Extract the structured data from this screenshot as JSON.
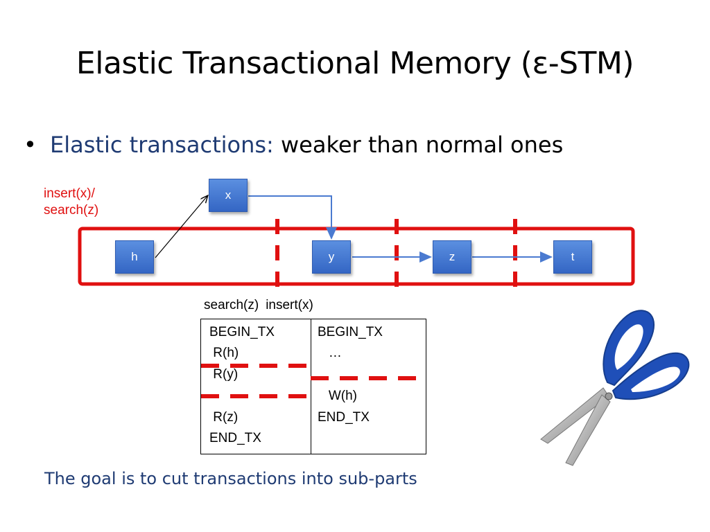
{
  "slide": {
    "title": "Elastic Transactional Memory (ε-STM)",
    "bullet": {
      "head": "Elastic transactions:",
      "rest": " weaker than normal ones"
    },
    "operation_label": [
      "insert(x)/",
      "search(z)"
    ],
    "goal": "The goal is to cut transactions into sub-parts"
  },
  "list_nodes": [
    "h",
    "y",
    "z",
    "t"
  ],
  "inserted_node": "x",
  "transactions": {
    "headers": [
      "search(z)",
      "insert(x)"
    ],
    "search_lines": [
      "BEGIN_TX",
      " R(h)",
      " R(y)",
      " R(z)",
      "END_TX"
    ],
    "insert_lines": [
      "BEGIN_TX",
      "   …",
      "   W(h)",
      "END_TX"
    ]
  },
  "colors": {
    "title": "#000000",
    "accent_blue": "#1f3b73",
    "cut_red": "#e01010",
    "node_fill": "#3f75d2",
    "scissors_handle": "#1f4fb8"
  },
  "icons": [
    "scissors-icon",
    "bullet-dot"
  ]
}
